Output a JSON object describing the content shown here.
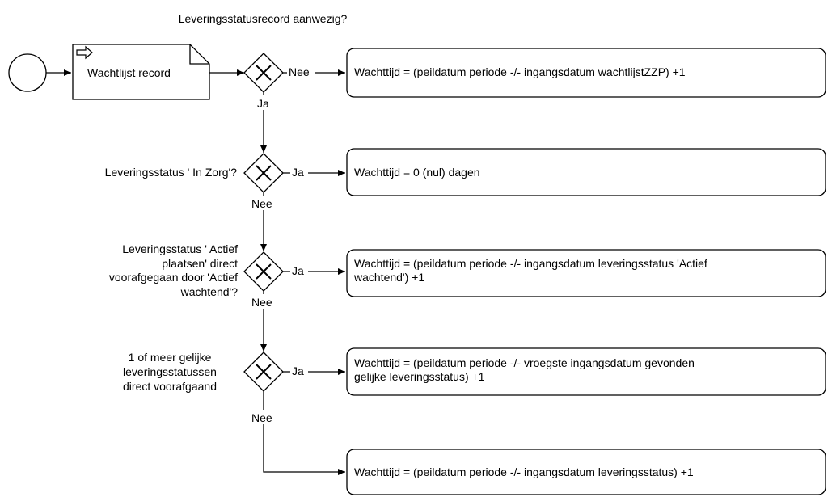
{
  "start_event": "",
  "task": {
    "label": "Wachtlijst record"
  },
  "gateways": [
    {
      "question": "Leveringsstatusrecord aanwezig?",
      "yes_label": "Ja",
      "no_label": "Nee"
    },
    {
      "question": "Leveringsstatus ' In Zorg'?",
      "yes_label": "Ja",
      "no_label": "Nee"
    },
    {
      "question_lines": [
        "Leveringsstatus ' Actief",
        "plaatsen' direct",
        "voorafgegaan door 'Actief",
        "wachtend'?"
      ],
      "yes_label": "Ja",
      "no_label": "Nee"
    },
    {
      "question_lines": [
        "1 of meer gelijke",
        "leveringsstatussen",
        "direct voorafgaand"
      ],
      "yes_label": "Ja",
      "no_label": "Nee"
    }
  ],
  "results": [
    {
      "lines": [
        "Wachttijd = (peildatum periode -/- ingangsdatum wachtlijstZZP) +1"
      ]
    },
    {
      "lines": [
        "Wachttijd = 0 (nul) dagen"
      ]
    },
    {
      "lines": [
        "Wachttijd = (peildatum periode -/- ingangsdatum leveringsstatus 'Actief",
        "wachtend') +1"
      ]
    },
    {
      "lines": [
        "Wachttijd = (peildatum periode -/- vroegste ingangsdatum gevonden",
        "gelijke leveringsstatus) +1"
      ]
    },
    {
      "lines": [
        "Wachttijd = (peildatum periode -/- ingangsdatum leveringsstatus) +1"
      ]
    }
  ]
}
